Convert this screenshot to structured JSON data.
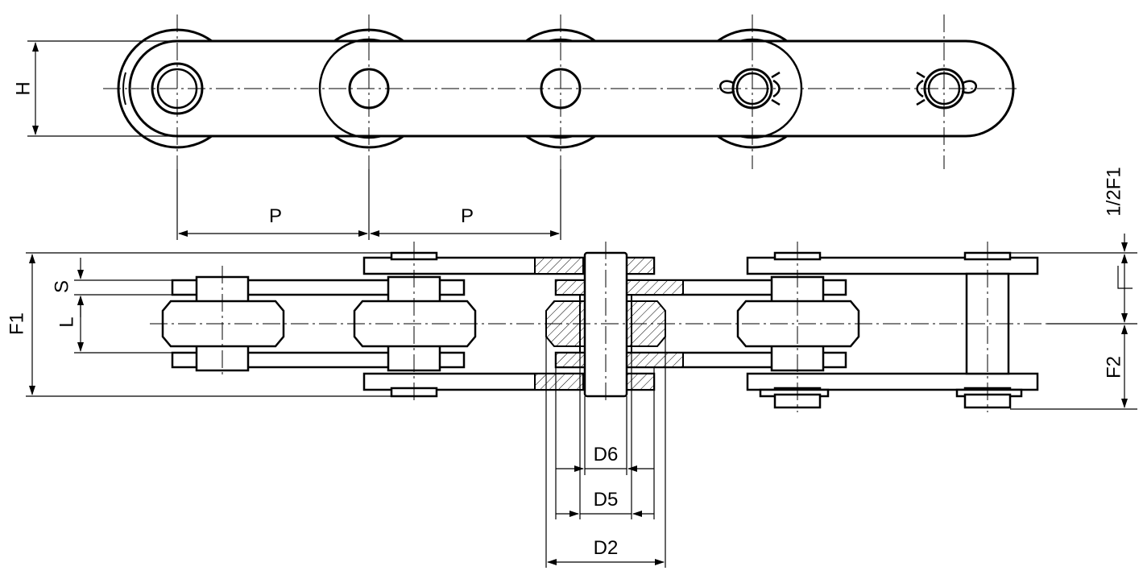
{
  "drawing": {
    "labels": {
      "h": "H",
      "p1": "P",
      "p2": "P",
      "half_f1": "1/2F1",
      "s": "S",
      "l": "L",
      "f1": "F1",
      "f2": "F2",
      "d6": "D6",
      "d5": "D5",
      "d2": "D2"
    },
    "colors": {
      "line": "#000000",
      "background": "#ffffff"
    }
  }
}
